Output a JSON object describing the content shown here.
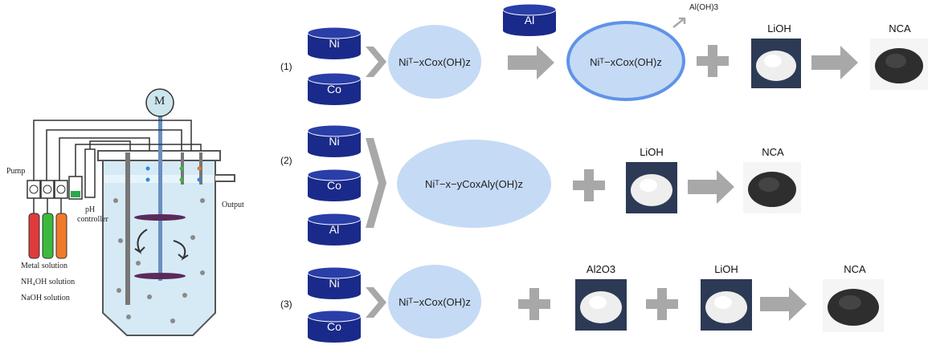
{
  "reactor": {
    "motor_label": "M",
    "pump_label": "Pump",
    "ph_label_line1": "pH",
    "ph_label_line2": "controller",
    "output_label": "Output",
    "legend": [
      "Metal solution",
      "NH₄OH solution",
      "NaOH solution"
    ]
  },
  "routes": [
    {
      "label": "(1)",
      "reagents": [
        "Ni",
        "Co"
      ],
      "added_reagent": "Al",
      "precursor": "Niᵀ−xCox(OH)z",
      "coated_precursor": "Niᵀ−xCox(OH)z",
      "coating": "Al(OH)3",
      "additive": "LiOH",
      "product": "NCA"
    },
    {
      "label": "(2)",
      "reagents": [
        "Ni",
        "Co",
        "Al"
      ],
      "precursor": "Niᵀ−x−yCoxAly(OH)z",
      "additive": "LiOH",
      "product": "NCA"
    },
    {
      "label": "(3)",
      "reagents": [
        "Ni",
        "Co"
      ],
      "precursor": "Niᵀ−xCox(OH)z",
      "additive1": "Al2O3",
      "additive2": "LiOH",
      "product": "NCA"
    }
  ],
  "colors": {
    "cylinder": "#1a2a8a",
    "ellipse": "#c5daf5",
    "ellipse_border": "#5f93e8",
    "arrow": "#a8a8a8",
    "powder_white": "#eeeeee",
    "powder_black": "#2e2e2e"
  }
}
